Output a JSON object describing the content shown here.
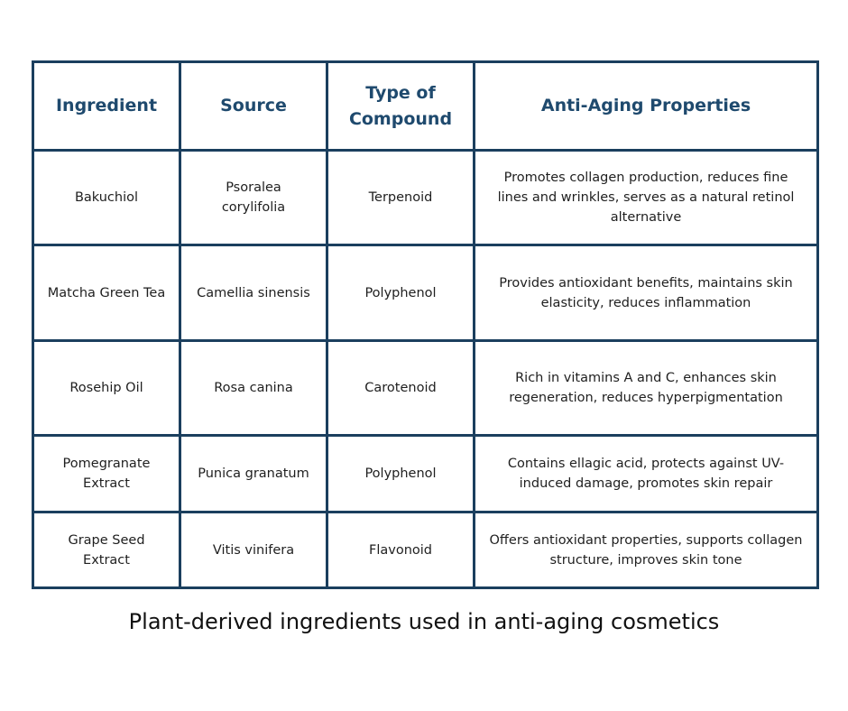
{
  "table": {
    "headers": [
      "Ingredient",
      "Source",
      "Type of Compound",
      "Anti-Aging Properties"
    ],
    "rows": [
      [
        "Bakuchiol",
        "Psoralea corylifolia",
        "Terpenoid",
        "Promotes collagen production, reduces fine lines and wrinkles, serves as a natural retinol alternative"
      ],
      [
        "Matcha Green Tea",
        "Camellia sinensis",
        "Polyphenol",
        "Provides antioxidant benefits, maintains skin elasticity, reduces inflammation"
      ],
      [
        "Rosehip Oil",
        "Rosa canina",
        "Carotenoid",
        "Rich in vitamins A and C, enhances skin regeneration, reduces hyperpigmentation"
      ],
      [
        "Pomegranate Extract",
        "Punica granatum",
        "Polyphenol",
        "Contains ellagic acid, protects against UV-induced damage, promotes skin repair"
      ],
      [
        "Grape Seed Extract",
        "Vitis vinifera",
        "Flavonoid",
        "Offers antioxidant properties, supports collagen structure, improves skin tone"
      ]
    ]
  },
  "caption": "Plant-derived ingredients used in anti-aging cosmetics",
  "colors": {
    "border": "#1b3f5e",
    "header_text": "#1f4a6e",
    "body_text": "#1f1f1f",
    "background": "#ffffff"
  }
}
